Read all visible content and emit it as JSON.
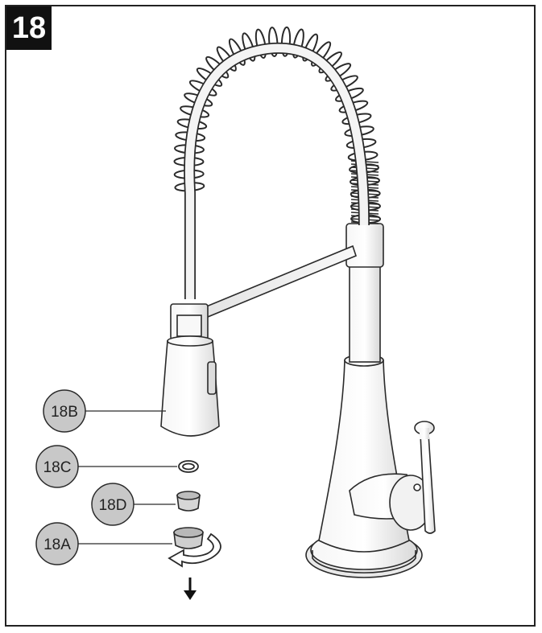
{
  "step": {
    "number": "18"
  },
  "callouts": [
    {
      "id": "18B",
      "label": "18B"
    },
    {
      "id": "18C",
      "label": "18C"
    },
    {
      "id": "18D",
      "label": "18D"
    },
    {
      "id": "18A",
      "label": "18A"
    }
  ],
  "colors": {
    "outline": "#2a2a2a",
    "metal": "#ececec",
    "callout_fill": "#c8c8c8"
  }
}
